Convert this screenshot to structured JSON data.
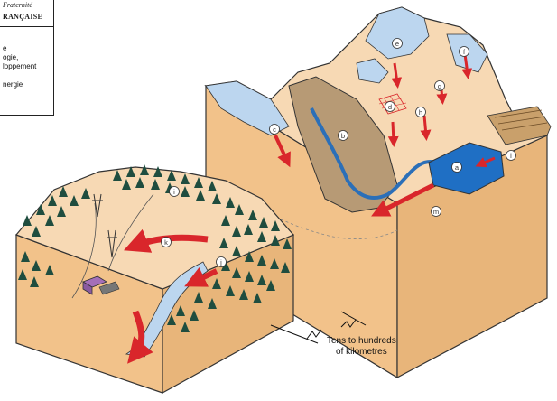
{
  "logo": {
    "motto": "Fraternité",
    "republic": "RANÇAISE",
    "ministry_lines": [
      "e",
      "ogie,",
      "loppement",
      "",
      "nergie"
    ]
  },
  "scale_note": {
    "line1": "Tens to hundreds",
    "line2": "of kilometres"
  },
  "markers": [
    "a",
    "b",
    "c",
    "d",
    "e",
    "f",
    "g",
    "h",
    "i",
    "j",
    "k",
    "l",
    "m"
  ],
  "colors": {
    "ground_side": "#f2c28a",
    "ground_top": "#f7d9b4",
    "ice": "#bcd6ef",
    "lake": "#1f6fc4",
    "river": "#2b6fb8",
    "arrow_red": "#d9262b",
    "forest": "#1f4d3f",
    "mud": "#b79a75"
  }
}
